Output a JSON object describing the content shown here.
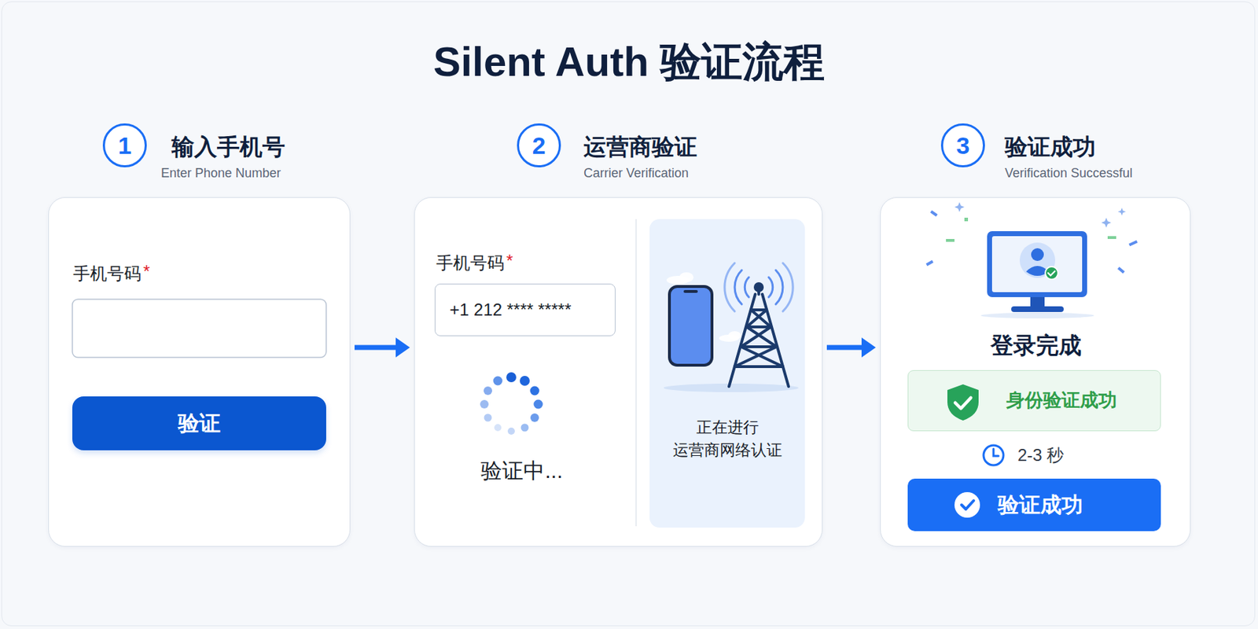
{
  "diagram": {
    "title": "Silent Auth 验证流程",
    "nodes": [
      {
        "text": [
          "1"
        ]
      },
      {
        "text": [
          "输入手机号",
          "Enter Phone Number"
        ]
      },
      {
        "text": [
          "验证"
        ],
        "in": 1
      },
      {
        "text": [
          "2"
        ]
      },
      {
        "text": [
          "运营商验证",
          "Carrier Verification"
        ]
      },
      {
        "text": [
          "+1 212 **** *****"
        ],
        "in": 4
      },
      {
        "text": [
          "正在进行 运营商网络认证"
        ],
        "in": 4
      },
      {
        "text": [
          "3"
        ]
      },
      {
        "text": [
          "验证成功",
          "Verification Successful"
        ]
      },
      {
        "text": [
          "身份验证成功"
        ],
        "in": 8
      },
      {
        "text": [
          "验证成功"
        ],
        "in": 8
      }
    ],
    "edges": [
      {
        "from": 1,
        "to": 4,
        "arrow": "to"
      },
      {
        "from": 4,
        "to": 8,
        "arrow": "to"
      }
    ],
    "labels": [
      "手机号码",
      "*",
      "手机号码",
      "*",
      "验证中...",
      "登录完成",
      "2-3 秒"
    ]
  }
}
